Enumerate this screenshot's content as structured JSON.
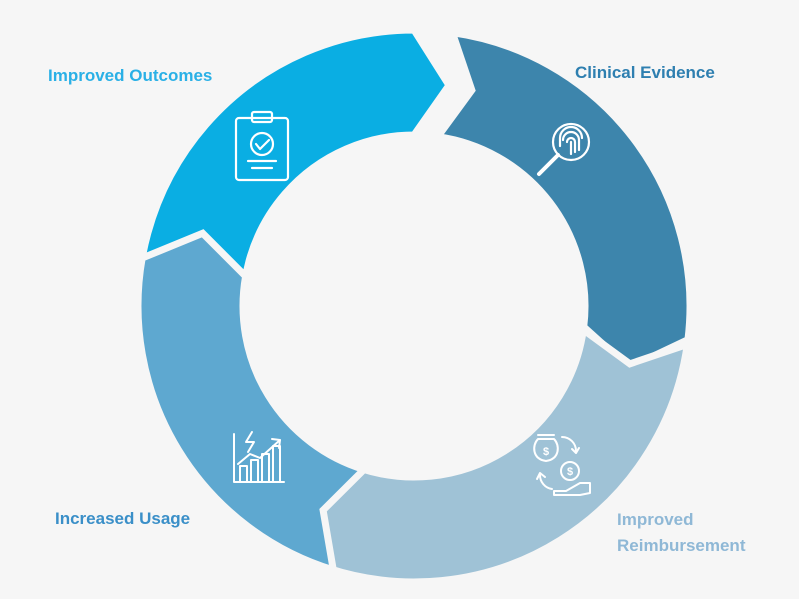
{
  "diagram": {
    "type": "cycle",
    "background": "#f6f6f6",
    "stages": [
      {
        "label_lines": [
          "Improved Outcomes"
        ],
        "color": "#0aaee3",
        "label_color": "#2ab0e6",
        "icon": "clipboard-check-icon"
      },
      {
        "label_lines": [
          "Clinical Evidence"
        ],
        "color": "#3d85ac",
        "label_color": "#2e7fb0",
        "icon": "fingerprint-magnifier-icon"
      },
      {
        "label_lines": [
          "Improved",
          "Reimbursement"
        ],
        "color": "#9fc2d6",
        "label_color": "#8fb8d6",
        "icon": "money-exchange-icon"
      },
      {
        "label_lines": [
          "Increased Usage"
        ],
        "color": "#5ea8d0",
        "label_color": "#3a8fc8",
        "icon": "growth-chart-icon"
      }
    ]
  }
}
